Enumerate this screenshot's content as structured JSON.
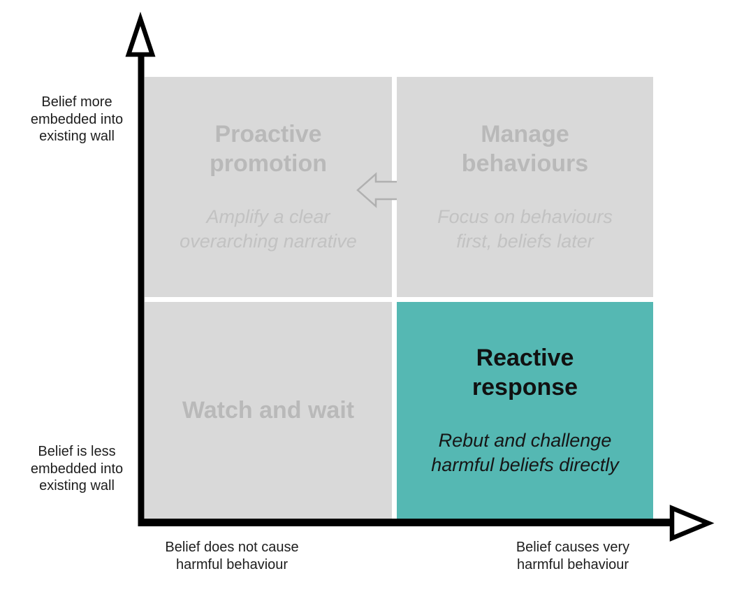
{
  "diagram": {
    "type": "2x2-matrix",
    "quadrants": {
      "top_left": {
        "title": "Proactive\npromotion",
        "subtitle": "Amplify a clear\noverarching narrative",
        "state": "inactive"
      },
      "top_right": {
        "title": "Manage\nbehaviours",
        "subtitle": "Focus on behaviours\nfirst, beliefs later",
        "state": "inactive"
      },
      "bottom_left": {
        "title": "Watch and wait",
        "subtitle": "",
        "state": "inactive"
      },
      "bottom_right": {
        "title": "Reactive\nresponse",
        "subtitle": "Rebut and challenge\nharmful beliefs directly",
        "state": "highlighted"
      }
    },
    "axes": {
      "y_top_label": "Belief more\nembedded into\nexisting wall",
      "y_bottom_label": "Belief is less\nembedded into\nexisting wall",
      "x_left_label": "Belief does not cause\nharmful behaviour",
      "x_right_label": "Belief causes very\nharmful behaviour"
    },
    "icons": {
      "y_axis_arrow": "up-arrowhead-icon",
      "x_axis_arrow": "right-arrowhead-icon",
      "quadrant_link": "left-block-arrow-icon"
    },
    "colors": {
      "highlight_teal": "#55b8b3",
      "inactive_gray": "#d9d9d9",
      "inactive_title_gray": "#b9b9b9",
      "inactive_subtitle_gray": "#c2c2c2",
      "axis_black": "#000000",
      "arrow_outline_gray": "#b0b0b0"
    }
  }
}
